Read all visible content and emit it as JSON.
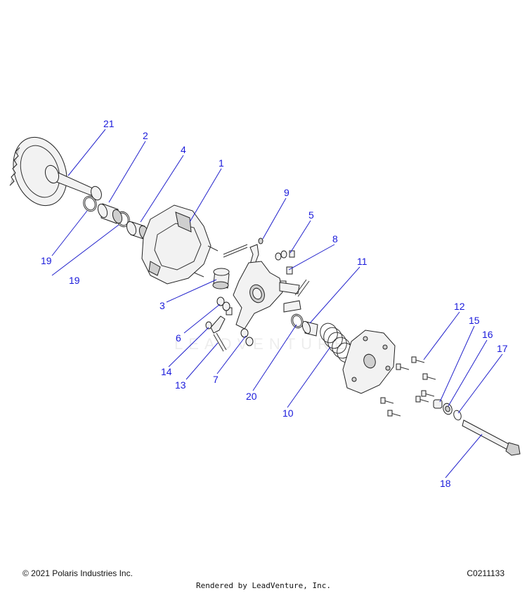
{
  "diagram": {
    "callouts": [
      "21",
      "2",
      "4",
      "1",
      "19",
      "19",
      "9",
      "5",
      "8",
      "11",
      "3",
      "6",
      "14",
      "13",
      "7",
      "20",
      "10",
      "12",
      "15",
      "16",
      "17",
      "18"
    ],
    "watermark": "LEADVENTURE"
  },
  "footer": {
    "copyright": "© 2021 Polaris Industries Inc.",
    "figure_id": "C0211133",
    "rendered_by": "Rendered by LeadVenture, Inc."
  }
}
